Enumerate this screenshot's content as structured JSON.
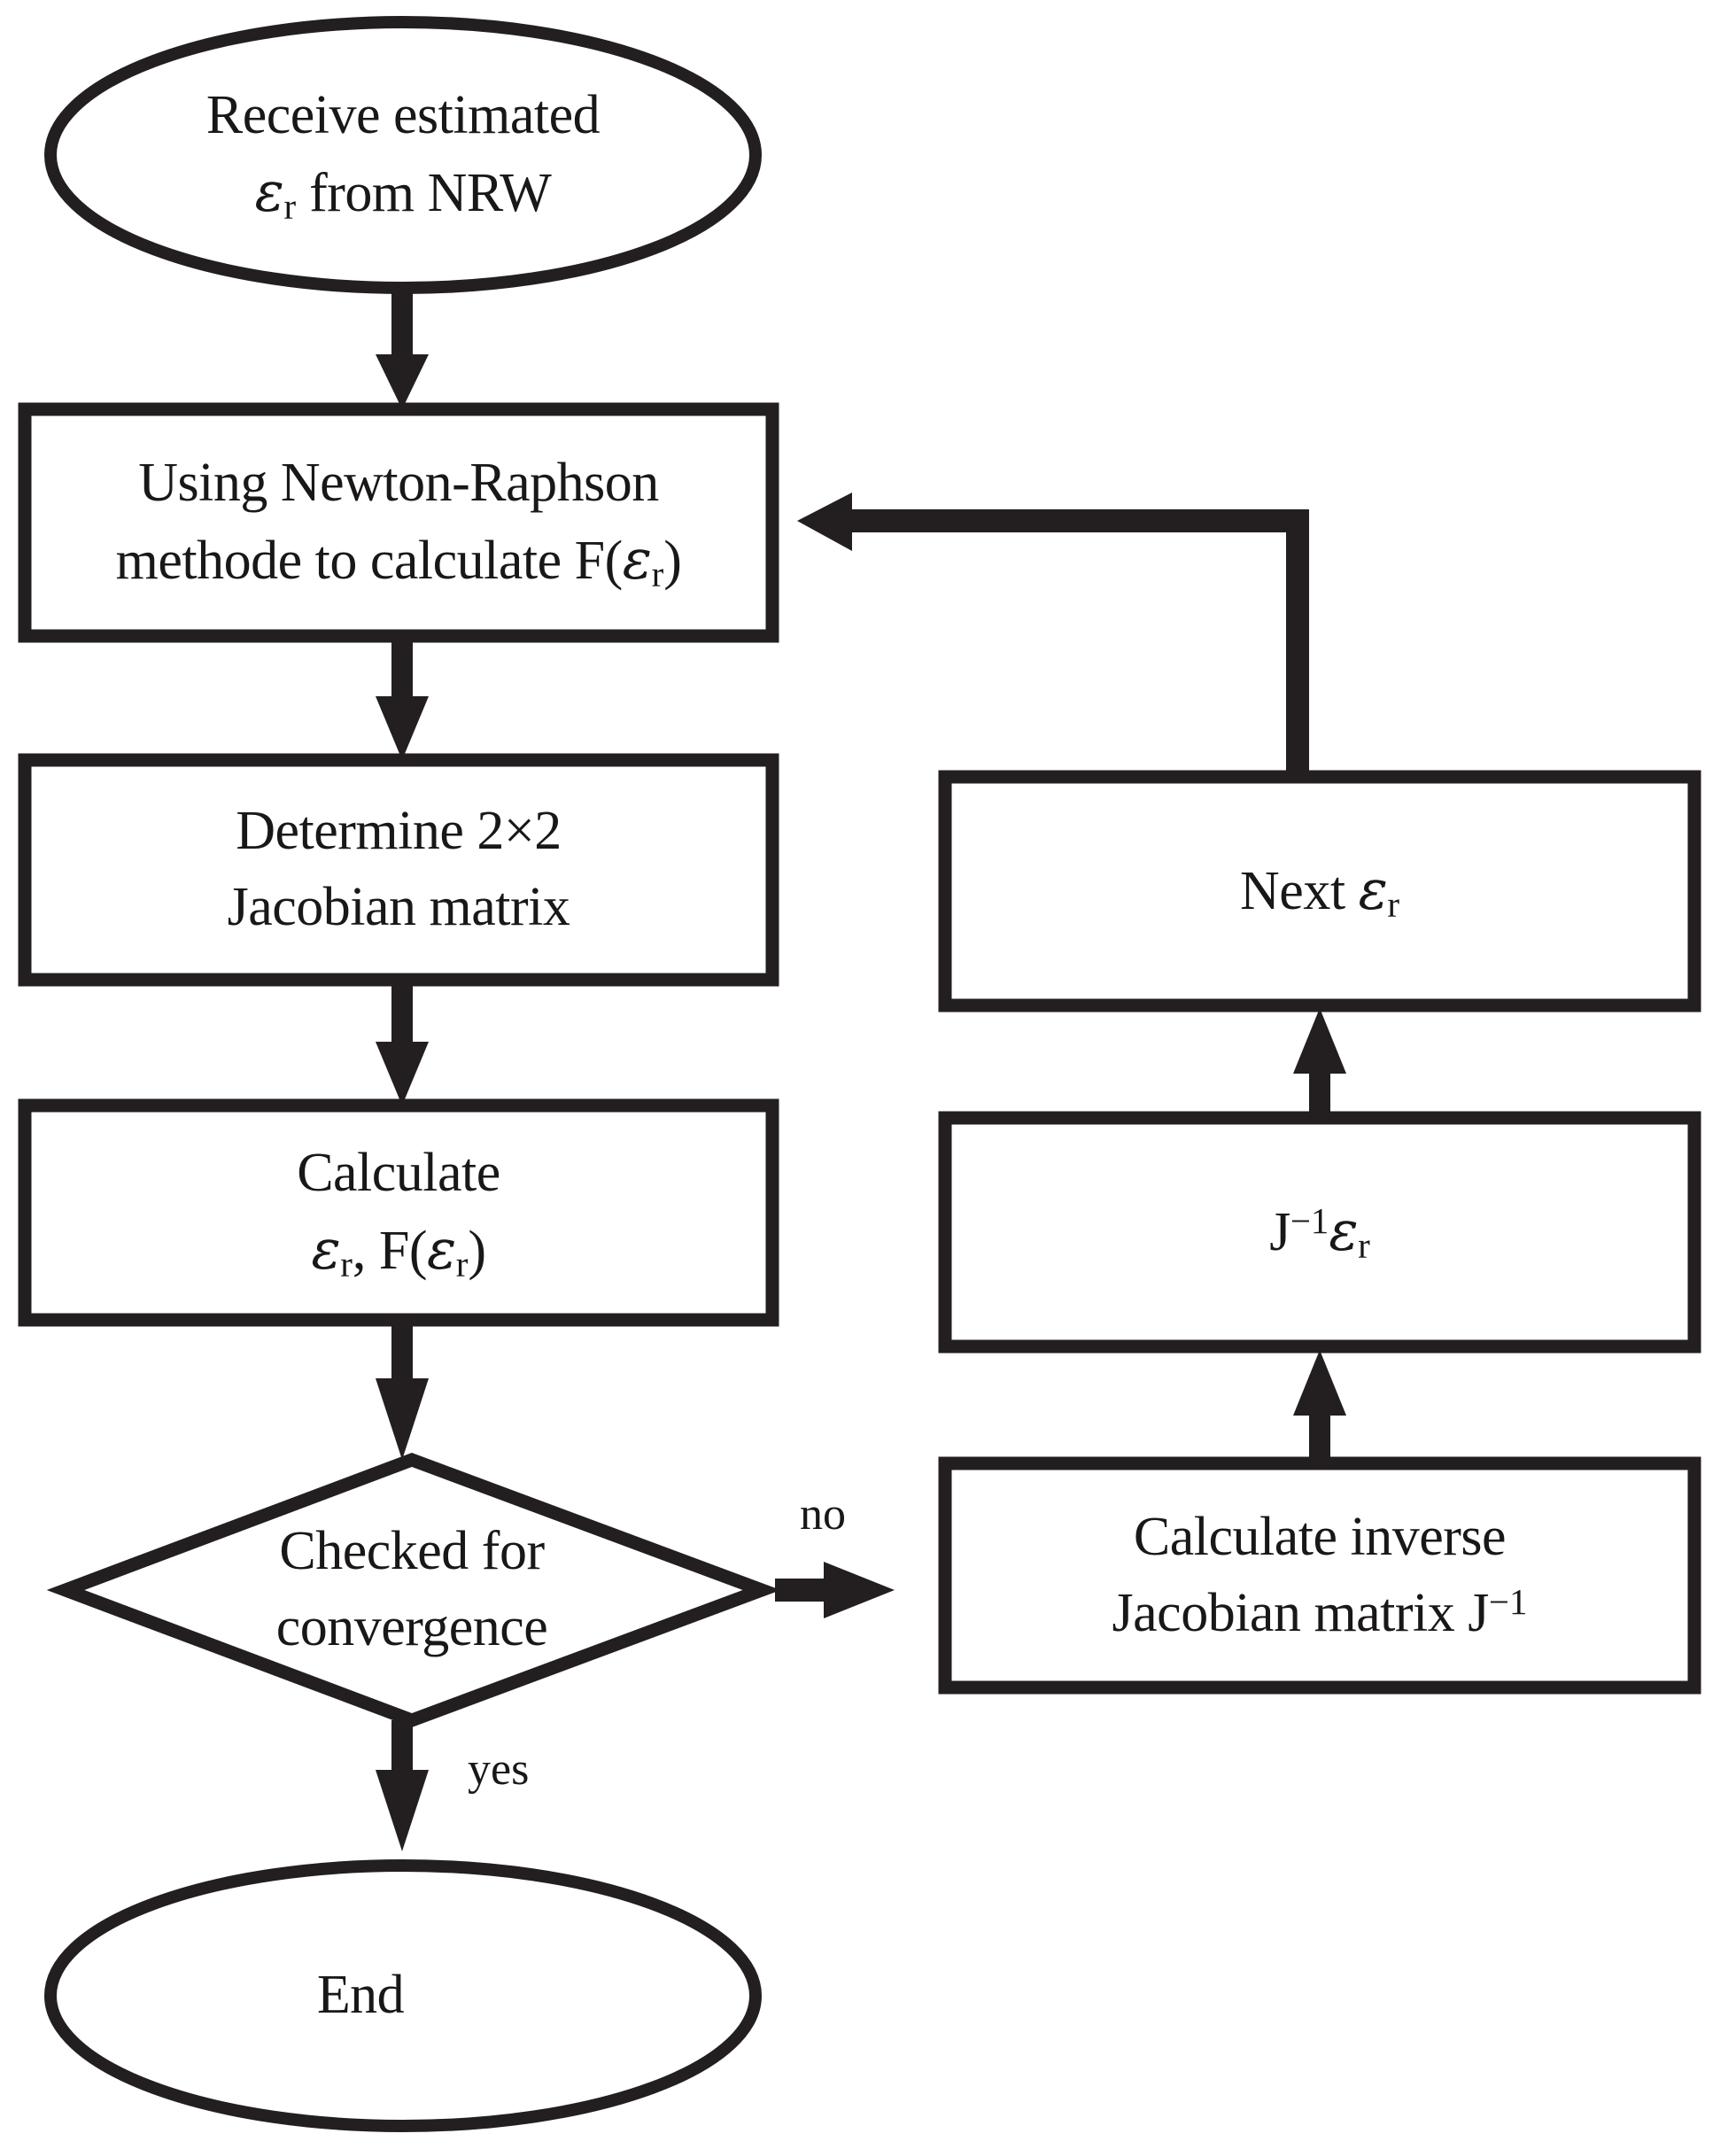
{
  "diagram": {
    "title": "Newton-Raphson iterative permittivity extraction flowchart",
    "type": "flowchart",
    "background_color": "#ffffff",
    "line_color": "#231f20",
    "text_color": "#1a1718"
  },
  "nodes": {
    "start": {
      "shape": "ellipse",
      "line1": "Receive estimated",
      "line2_prefix": "",
      "line2_symbol": "ε",
      "line2_sub": "r",
      "line2_suffix": " from NRW",
      "plain_text": "Receive estimated εr from NRW"
    },
    "newton_raphson": {
      "shape": "process",
      "line1": "Using Newton-Raphson",
      "line2_prefix": "methode to calculate F(",
      "line2_symbol": "ε",
      "line2_sub": "r",
      "line2_suffix": ")",
      "plain_text": "Using Newton-Raphson methode to calculate F(εr)"
    },
    "jacobian": {
      "shape": "process",
      "line1": "Determine 2×2",
      "line2": "Jacobian matrix",
      "plain_text": "Determine 2×2 Jacobian matrix"
    },
    "calculate": {
      "shape": "process",
      "line1": "Calculate",
      "line2_symbol": "ε",
      "line2_sub": "r",
      "line2_mid": ", F(",
      "line2_symbol2": "ε",
      "line2_sub2": "r",
      "line2_suffix": ")",
      "plain_text": "Calculate εr, F(εr)"
    },
    "decision": {
      "shape": "diamond",
      "line1": "Checked for",
      "line2": "convergence",
      "plain_text": "Checked for convergence"
    },
    "end": {
      "shape": "ellipse",
      "line1": "End",
      "plain_text": "End"
    },
    "next_eps": {
      "shape": "process",
      "line1_prefix": "Next ",
      "line1_symbol": "ε",
      "line1_sub": "r",
      "plain_text": "Next εr"
    },
    "j_inv_eps": {
      "shape": "process",
      "line1_symbol": "J",
      "line1_sup": "−1",
      "line1_symbol2": "ε",
      "line1_sub2": "r",
      "plain_text": "J−1εr"
    },
    "inverse_jacobian": {
      "shape": "process",
      "line1": "Calculate inverse",
      "line2_prefix": "Jacobian matrix J",
      "line2_sup": "−1",
      "plain_text": "Calculate inverse Jacobian matrix J−1"
    }
  },
  "edges": {
    "start_to_newton": {
      "label": "",
      "direction": "down"
    },
    "newton_to_jacobian": {
      "label": "",
      "direction": "down"
    },
    "jacobian_to_calculate": {
      "label": "",
      "direction": "down"
    },
    "calculate_to_decision": {
      "label": "",
      "direction": "down"
    },
    "decision_to_inverse": {
      "label": "no",
      "direction": "right"
    },
    "decision_to_end": {
      "label": "yes",
      "direction": "down"
    },
    "inverse_to_jinv": {
      "label": "",
      "direction": "up"
    },
    "jinv_to_next": {
      "label": "",
      "direction": "up"
    },
    "next_to_newton": {
      "label": "",
      "direction": "up-left-feedback"
    }
  }
}
